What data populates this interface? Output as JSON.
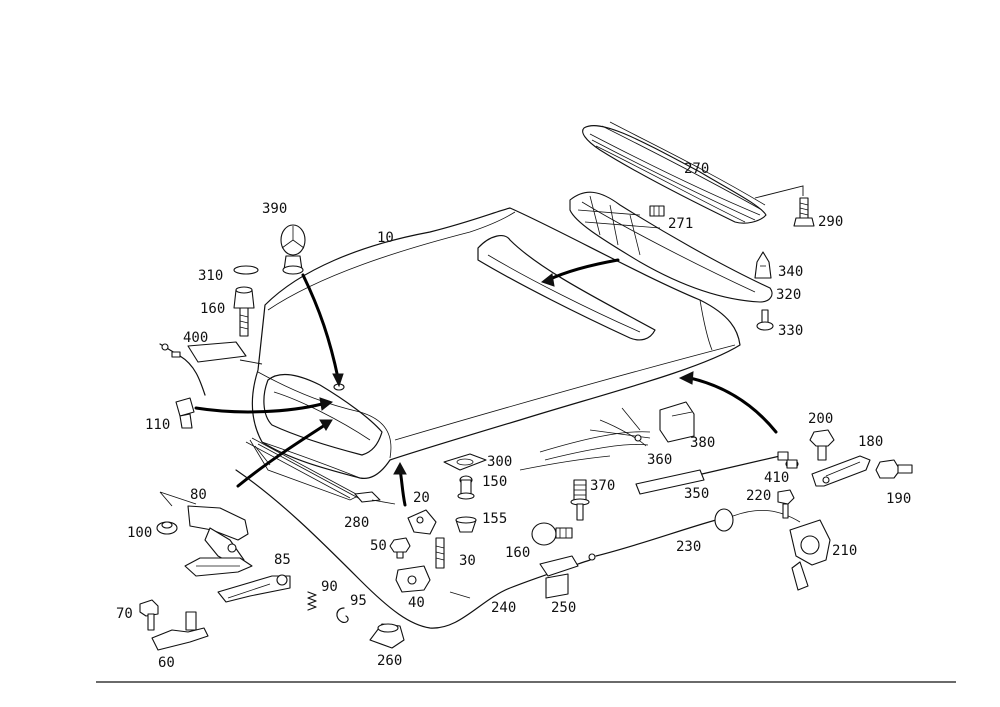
{
  "callouts": {
    "c10": "10",
    "c20": "20",
    "c30": "30",
    "c40": "40",
    "c50": "50",
    "c60": "60",
    "c70": "70",
    "c80": "80",
    "c85": "85",
    "c90": "90",
    "c95": "95",
    "c100": "100",
    "c110": "110",
    "c150": "150",
    "c155": "155",
    "c160a": "160",
    "c160b": "160",
    "c180": "180",
    "c190": "190",
    "c200": "200",
    "c210": "210",
    "c220": "220",
    "c230": "230",
    "c240": "240",
    "c250": "250",
    "c260": "260",
    "c270": "270",
    "c271": "271",
    "c280": "280",
    "c290": "290",
    "c300": "300",
    "c310": "310",
    "c320": "320",
    "c330": "330",
    "c340": "340",
    "c350": "350",
    "c360": "360",
    "c370": "370",
    "c380": "380",
    "c390": "390",
    "c400": "400",
    "c410": "410"
  }
}
